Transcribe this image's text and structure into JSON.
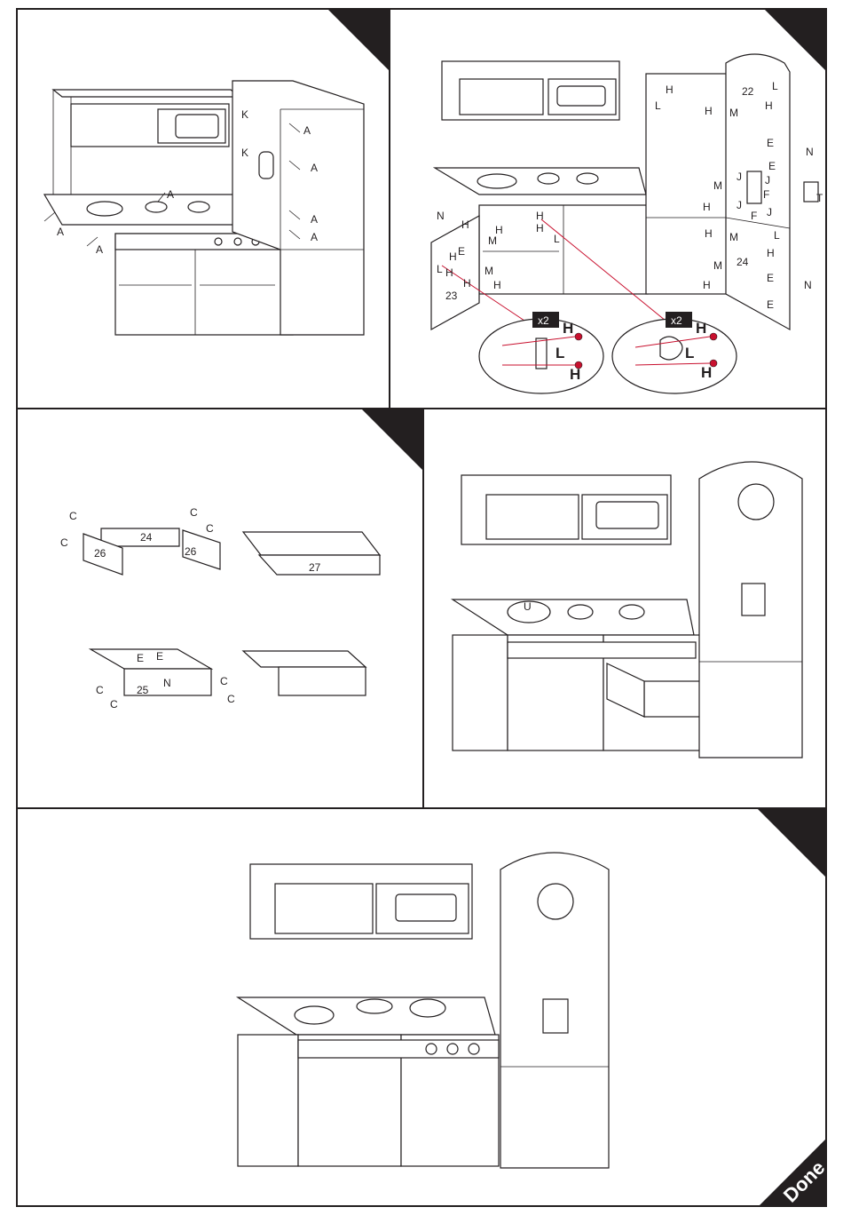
{
  "steps": [
    {
      "id": "step-1",
      "parts": {
        "screw_a": "A",
        "bracket_k": "K"
      }
    },
    {
      "id": "step-2",
      "parts": {
        "hinge_h": "H",
        "hinge_l": "L",
        "m": "M",
        "e": "E",
        "n": "N",
        "j": "J",
        "f": "F",
        "t": "T",
        "door_22": "22",
        "door_23": "23",
        "door_24": "24"
      },
      "callouts": [
        {
          "badge": "x2",
          "top_label": "H",
          "mid_label": "L",
          "bottom_label": "H"
        },
        {
          "badge": "x2",
          "top_label": "H",
          "mid_label": "L",
          "bottom_label": "H"
        }
      ]
    },
    {
      "id": "step-3",
      "parts": {
        "c": "C",
        "e": "E",
        "n": "N",
        "p24": "24",
        "p25": "25",
        "p26": "26",
        "p27": "27"
      }
    },
    {
      "id": "step-4",
      "parts": {
        "u": "U"
      }
    },
    {
      "id": "step-5",
      "done_label": "Done"
    }
  ],
  "colors": {
    "ink": "#231f20",
    "accent_red": "#c8102e",
    "paper": "#ffffff"
  }
}
